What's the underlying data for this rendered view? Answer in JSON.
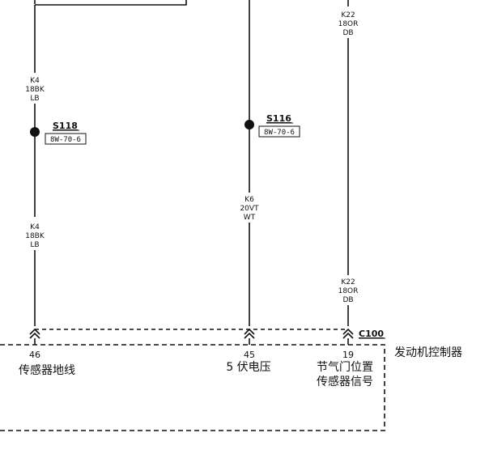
{
  "wires": {
    "k22_top": {
      "circuit": "K22",
      "gauge_color": "18OR",
      "color": "DB"
    },
    "k4_upper": {
      "circuit": "K4",
      "gauge_color": "18BK",
      "color": "LB"
    },
    "k4_lower": {
      "circuit": "K4",
      "gauge_color": "18BK",
      "color": "LB"
    },
    "k6": {
      "circuit": "K6",
      "gauge_color": "20VT",
      "color": "WT"
    },
    "k22_bottom": {
      "circuit": "K22",
      "gauge_color": "18OR",
      "color": "DB"
    }
  },
  "splices": {
    "s118": {
      "id": "S118",
      "ref": "8W-70-6"
    },
    "s116": {
      "id": "S116",
      "ref": "8W-70-6"
    }
  },
  "connector": {
    "id": "C100"
  },
  "pins": [
    {
      "number": "46",
      "function_line1": "传感器地线",
      "function_line2": ""
    },
    {
      "number": "45",
      "function_line1": "5 伏电压",
      "function_line2": ""
    },
    {
      "number": "19",
      "function_line1": "节气门位置",
      "function_line2": "传感器信号"
    }
  ],
  "module": {
    "name": "发动机控制器"
  }
}
